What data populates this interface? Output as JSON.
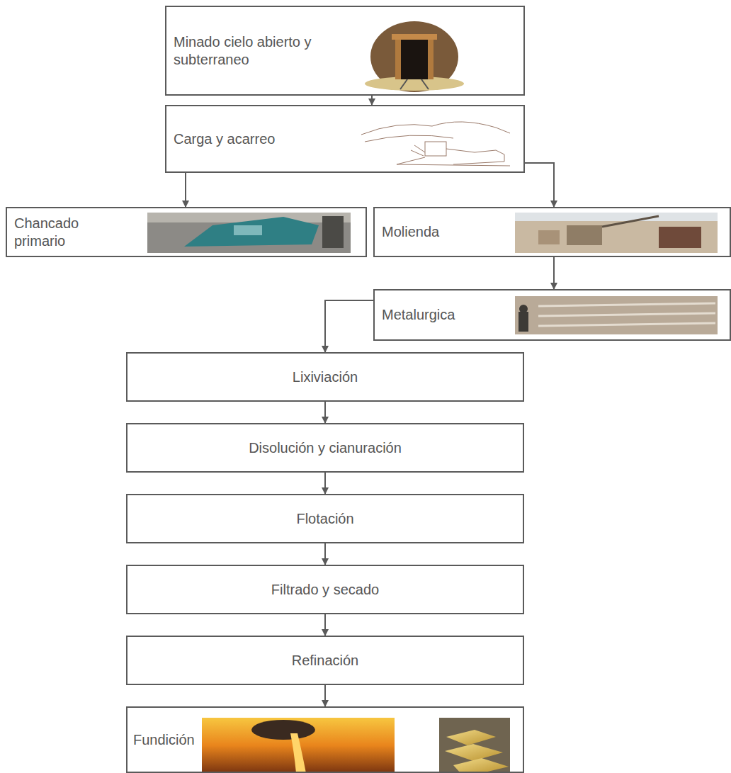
{
  "diagram": {
    "nodes": [
      {
        "text": [
          "Minado cielo abierto y subterraneo"
        ]
      },
      {
        "text": [
          "Carga y acarreo"
        ]
      },
      {
        "text": [
          "Chancado primario"
        ]
      },
      {
        "text": [
          "Molienda"
        ]
      },
      {
        "text": [
          "Metalurgica"
        ]
      },
      {
        "text": [
          "Lixiviación"
        ]
      },
      {
        "text": [
          "Disolución y cianuración"
        ]
      },
      {
        "text": [
          "Flotación"
        ]
      },
      {
        "text": [
          "Filtrado y secado"
        ]
      },
      {
        "text": [
          "Refinación"
        ]
      },
      {
        "text": [
          "Fundición"
        ]
      }
    ],
    "edges": [
      {
        "from": 0,
        "to": 1,
        "arrow": "to"
      },
      {
        "from": 1,
        "to": 2,
        "arrow": "to"
      },
      {
        "from": 1,
        "to": 3,
        "arrow": "to"
      },
      {
        "from": 3,
        "to": 4,
        "arrow": "to"
      },
      {
        "from": 4,
        "to": 5,
        "arrow": "to"
      },
      {
        "from": 5,
        "to": 6,
        "arrow": "to"
      },
      {
        "from": 6,
        "to": 7,
        "arrow": "to"
      },
      {
        "from": 7,
        "to": 8,
        "arrow": "to"
      },
      {
        "from": 8,
        "to": 9,
        "arrow": "to"
      },
      {
        "from": 9,
        "to": 10,
        "arrow": "to"
      }
    ]
  }
}
